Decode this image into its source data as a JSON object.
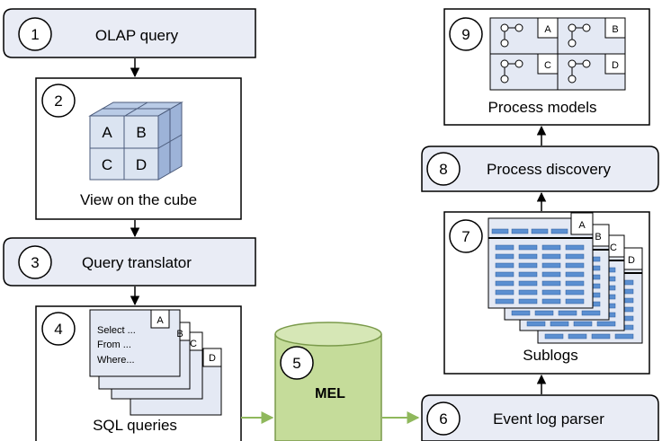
{
  "steps": [
    {
      "num": "1",
      "label": "OLAP query"
    },
    {
      "num": "2",
      "label": "View on the cube"
    },
    {
      "num": "3",
      "label": "Query translator"
    },
    {
      "num": "4",
      "label": "SQL queries"
    },
    {
      "num": "5",
      "label": "MEL"
    },
    {
      "num": "6",
      "label": "Event log parser"
    },
    {
      "num": "7",
      "label": "Sublogs"
    },
    {
      "num": "8",
      "label": "Process discovery"
    },
    {
      "num": "9",
      "label": "Process models"
    }
  ],
  "cube": {
    "cells": [
      "A",
      "B",
      "C",
      "D"
    ]
  },
  "sql": {
    "lines": [
      "Select ...",
      "From ...",
      "Where..."
    ],
    "tabs": [
      "A",
      "B",
      "C",
      "D"
    ]
  },
  "sublog_tabs": [
    "A",
    "B",
    "C",
    "D"
  ],
  "model_tabs": [
    "A",
    "B",
    "C",
    "D"
  ],
  "colors": {
    "pill_fill": "#e9ecf5",
    "cube_front": "#dbe4f1",
    "cube_side": "#9db3d8",
    "sublog_bar": "#5b8fd1",
    "db_fill": "#c5dc9a",
    "green_arrow": "#8fb85c"
  }
}
